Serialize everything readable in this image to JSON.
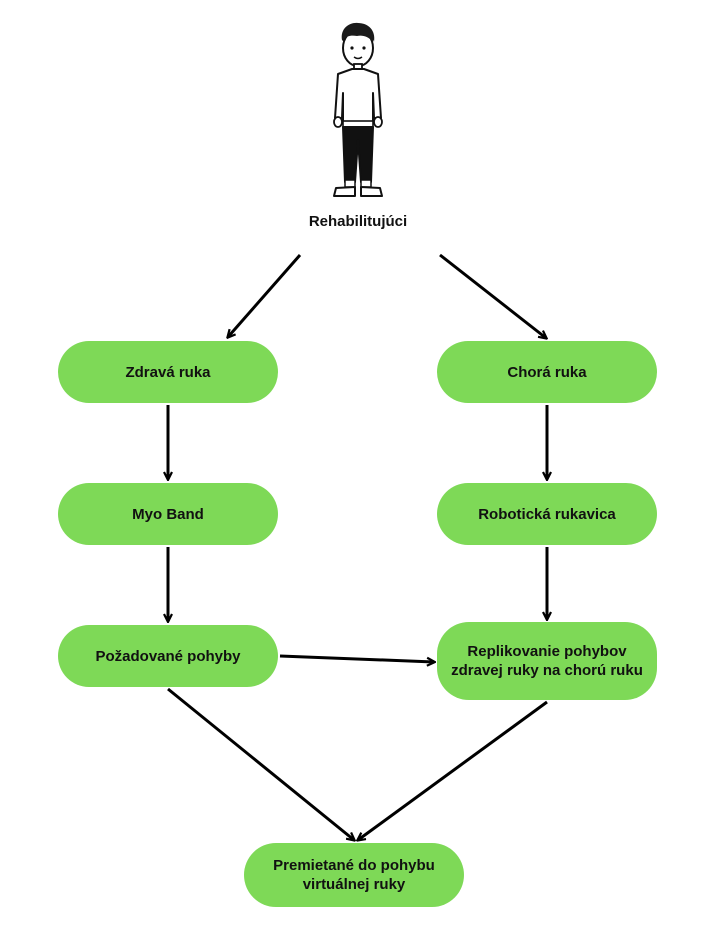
{
  "person": {
    "label": "Rehabilitujúci",
    "icon": "person-standing-icon"
  },
  "nodes": {
    "zdrava_ruka": "Zdravá ruka",
    "myo_band": "Myo Band",
    "pozadovane_pohyby": "Požadované pohyby",
    "chora_ruka": "Chorá ruka",
    "roboticka_rukavica": "Robotická rukavica",
    "replikovanie": "Replikovanie pohybov zdravej ruky na chorú ruku",
    "premietane": "Premietané do pohybu virtuálnej ruky"
  },
  "colors": {
    "node_fill": "#7ed957",
    "text": "#111111",
    "arrow": "#000000"
  }
}
